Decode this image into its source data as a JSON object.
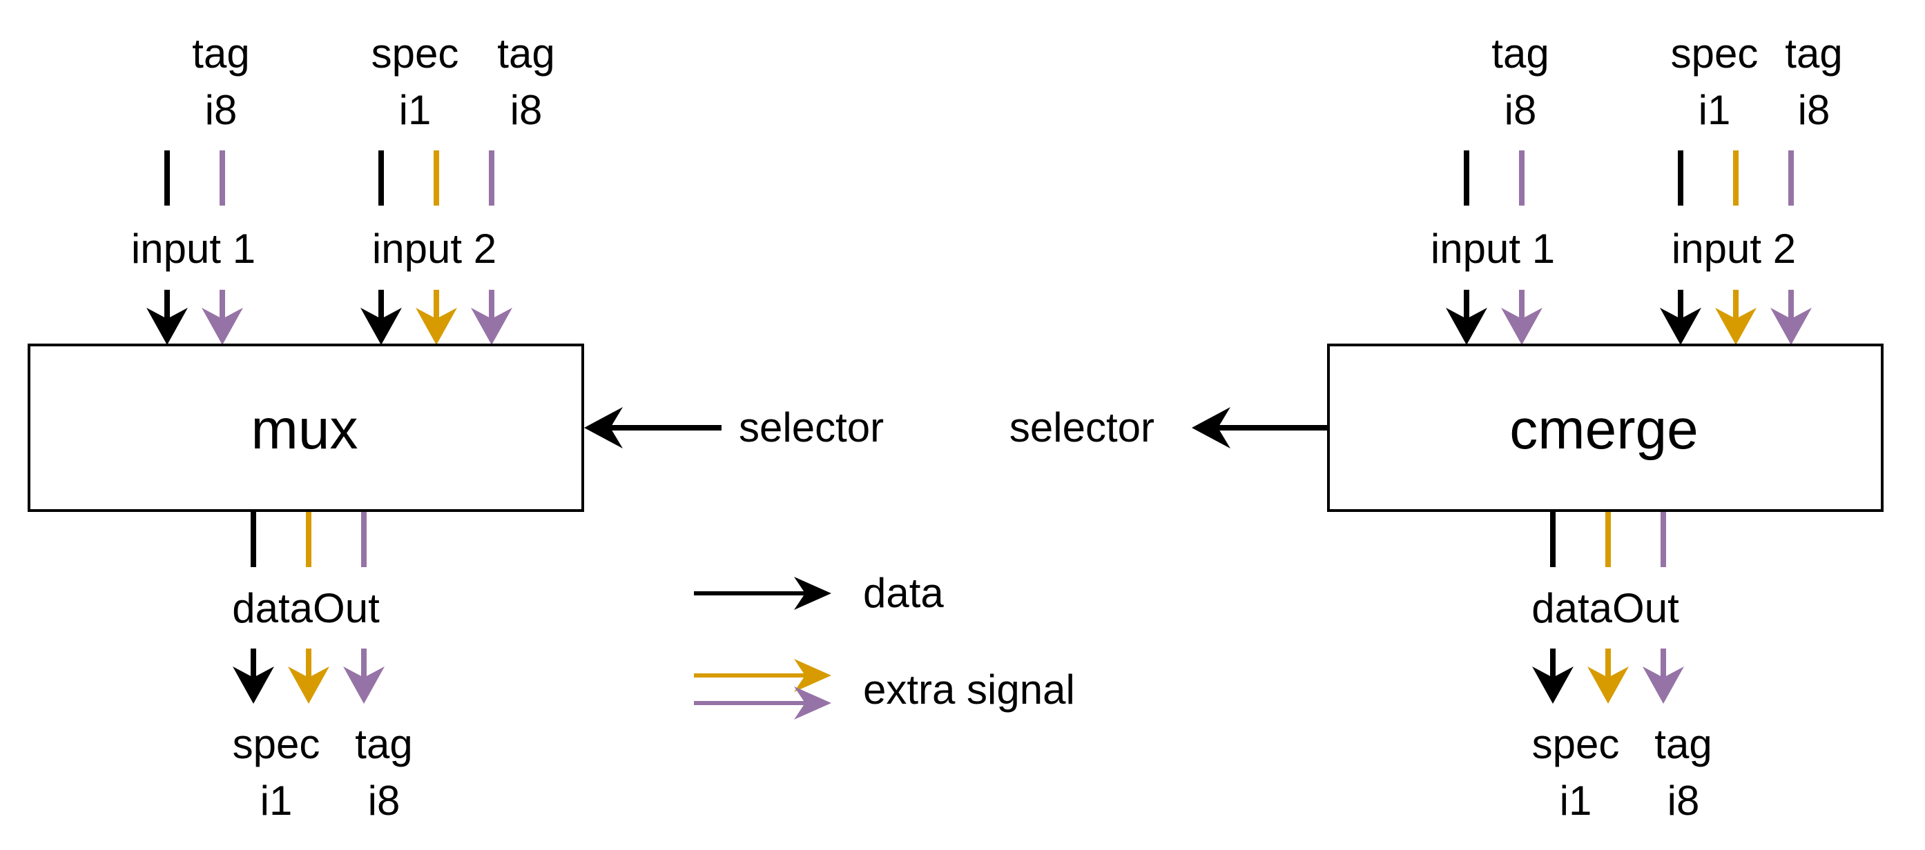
{
  "colors": {
    "data": "#000000",
    "spec": "#d79b00",
    "tag": "#9673a6"
  },
  "mux": {
    "label": "mux",
    "input1": {
      "name": "input 1",
      "tag": "tag",
      "tag_type": "i8"
    },
    "input2": {
      "name": "input 2",
      "spec": "spec",
      "spec_type": "i1",
      "tag": "tag",
      "tag_type": "i8"
    },
    "selector": "selector",
    "output": {
      "name": "dataOut",
      "spec": "spec",
      "spec_type": "i1",
      "tag": "tag",
      "tag_type": "i8"
    }
  },
  "cmerge": {
    "label": "cmerge",
    "input1": {
      "name": "input 1",
      "tag": "tag",
      "tag_type": "i8"
    },
    "input2": {
      "name": "input 2",
      "spec": "spec",
      "spec_type": "i1",
      "tag": "tag",
      "tag_type": "i8"
    },
    "selector": "selector",
    "output": {
      "name": "dataOut",
      "spec": "spec",
      "spec_type": "i1",
      "tag": "tag",
      "tag_type": "i8"
    }
  },
  "legend": {
    "data": "data",
    "extra": "extra signal"
  }
}
